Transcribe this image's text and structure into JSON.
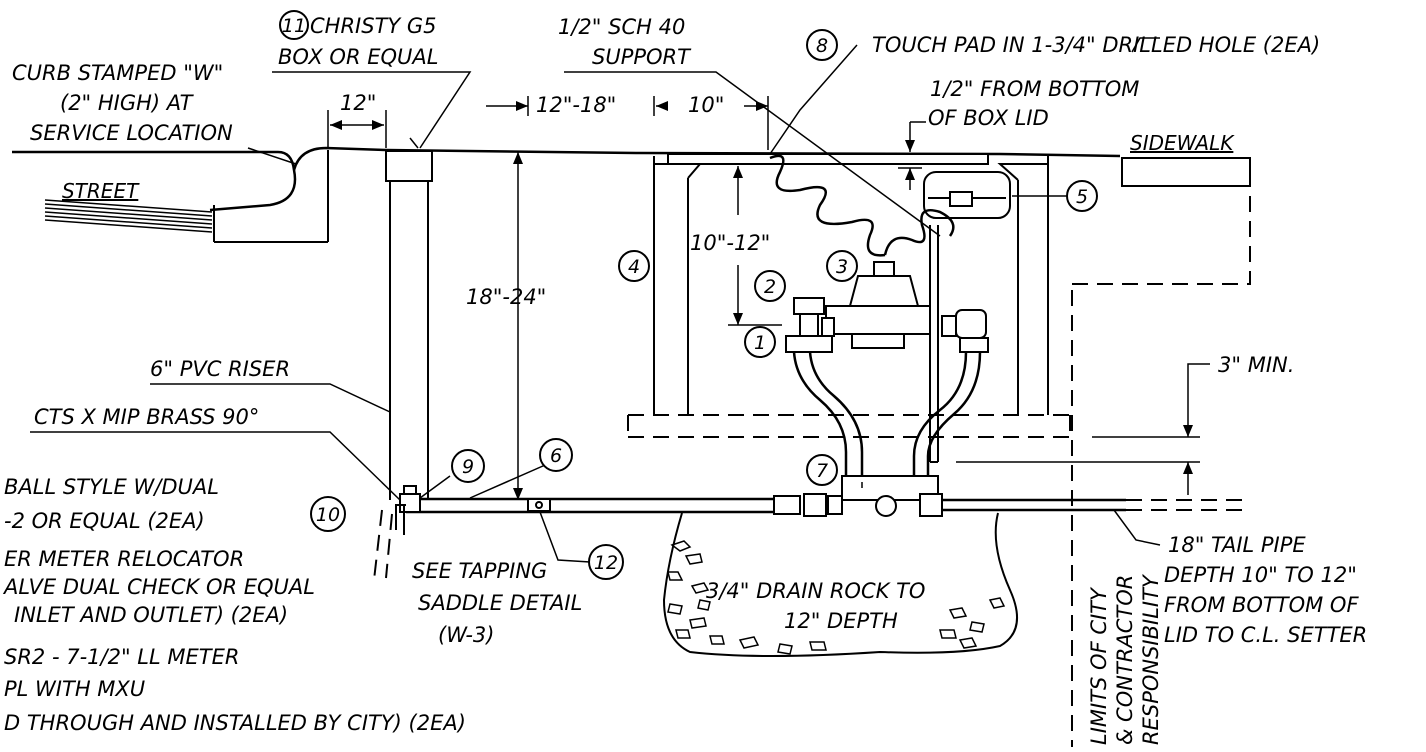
{
  "labels": {
    "curb": [
      "CURB STAMPED \"W\"",
      "(2\" HIGH) AT",
      "SERVICE LOCATION"
    ],
    "street": "STREET",
    "dim_12": "12\"",
    "christy": [
      "CHRISTY G5",
      "BOX OR EQUAL"
    ],
    "sch40": [
      "1/2\" SCH 40",
      "SUPPORT"
    ],
    "touchpad": "TOUCH PAD IN 1-3/4\" DRILLED HOLE (2EA)",
    "from_bottom": [
      "1/2\" FROM BOTTOM",
      "OF BOX LID"
    ],
    "sidewalk": "SIDEWALK",
    "dim_12_18": "12\"-18\"",
    "dim_10": "10\"",
    "dim_10_12": "10\"-12\"",
    "dim_18_24": "18\"-24\"",
    "pvc_riser": "6\" PVC RISER",
    "cts": "CTS X MIP BRASS 90°",
    "ball": [
      "BALL STYLE W/DUAL",
      "-2 OR EQUAL (2EA)"
    ],
    "relocator": [
      "ER METER RELOCATOR",
      "ALVE DUAL CHECK OR EQUAL",
      "INLET AND OUTLET) (2EA)"
    ],
    "meter": [
      "SR2 - 7-1/2\" LL METER",
      "PL WITH MXU",
      "D THROUGH AND INSTALLED BY CITY) (2EA)"
    ],
    "tapping": [
      "SEE TAPPING",
      "SADDLE DETAIL",
      "(W-3)"
    ],
    "drain": [
      "3/4\" DRAIN ROCK TO",
      "12\" DEPTH"
    ],
    "limits": [
      "LIMITS OF CITY",
      "& CONTRACTOR",
      "RESPONSIBILITY"
    ],
    "tail": [
      "18\" TAIL PIPE",
      "DEPTH 10\" TO 12\"",
      "FROM BOTTOM OF",
      "LID TO C.L. SETTER"
    ],
    "min3": "3\" MIN."
  },
  "callouts": {
    "c1": "1",
    "c2": "2",
    "c3": "3",
    "c4": "4",
    "c5": "5",
    "c6": "6",
    "c7": "7",
    "c8": "8",
    "c9": "9",
    "c10": "10",
    "c11": "11",
    "c12": "12"
  }
}
